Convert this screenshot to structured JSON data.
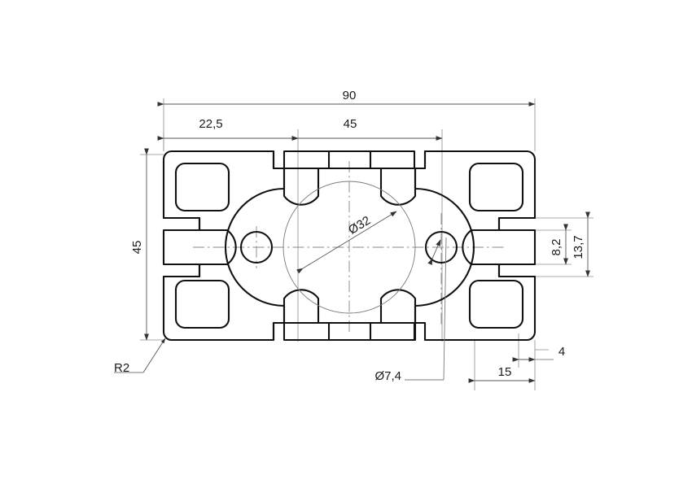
{
  "drawing": {
    "title": "Aluminium extrusion profile cross-section 90 x 45",
    "type": "2d-technical-drawing",
    "units": "mm",
    "decimal_separator": "comma",
    "background_color": "#ffffff",
    "outline_color": "#1a1a1a",
    "dimension_color": "#555555",
    "centerline_color": "#777777",
    "thin_line_color": "#6e6e6e"
  },
  "dimensions": {
    "overall_width": {
      "label": "90",
      "orientation": "horizontal",
      "position": "top"
    },
    "left_offset": {
      "label": "22,5",
      "orientation": "horizontal",
      "position": "top-second-row"
    },
    "center_span": {
      "label": "45",
      "orientation": "horizontal",
      "position": "top-second-row"
    },
    "overall_height": {
      "label": "45",
      "orientation": "vertical-rotated",
      "position": "left"
    },
    "slot_opening": {
      "label": "8,2",
      "orientation": "vertical-rotated",
      "position": "right-inner"
    },
    "slot_depth_gap": {
      "label": "13,7",
      "orientation": "vertical-rotated",
      "position": "right-outer"
    },
    "wall_thickness": {
      "label": "4",
      "orientation": "horizontal",
      "position": "bottom-right-upper"
    },
    "edge_module": {
      "label": "15",
      "orientation": "horizontal",
      "position": "bottom-right"
    }
  },
  "leaders": {
    "corner_radius": {
      "label": "R2",
      "target": "bottom-left-outer-corner"
    },
    "center_bore": {
      "label": "Ø32",
      "target": "central-cavity-circle",
      "style": "diagonal-diameter-dimension"
    },
    "small_bore": {
      "label": "Ø7,4",
      "target": "right-small-bore",
      "style": "leader-with-diameter-arrows"
    }
  }
}
